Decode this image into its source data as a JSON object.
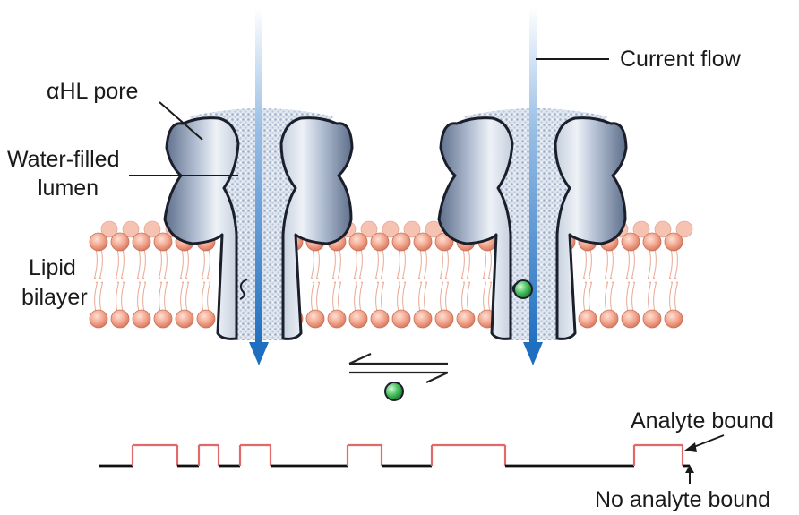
{
  "labels": {
    "pore": "αHL pore",
    "lumen_line1": "Water-filled",
    "lumen_line2": "lumen",
    "lipid_line1": "Lipid",
    "lipid_line2": "bilayer",
    "current": "Current flow",
    "bound": "Analyte bound",
    "unbound": "No analyte bound"
  },
  "colors": {
    "lipid_head": "#f2a48c",
    "pore_fill": "#8c9cb4",
    "lumen_dots": "#b9c6da",
    "arrow": "#1f6fc0",
    "trace_high": "#e06a6a",
    "trace_low": "#111111",
    "analyte": "#3fbf5c"
  },
  "icons": [
    "equilibrium-arrows-icon",
    "analyte-molecule-icon",
    "current-arrow-icon"
  ],
  "trace": {
    "states_sequence": [
      "low",
      "high",
      "low",
      "high",
      "low",
      "high",
      "low",
      "high",
      "low",
      "high",
      "low",
      "high",
      "low"
    ]
  }
}
